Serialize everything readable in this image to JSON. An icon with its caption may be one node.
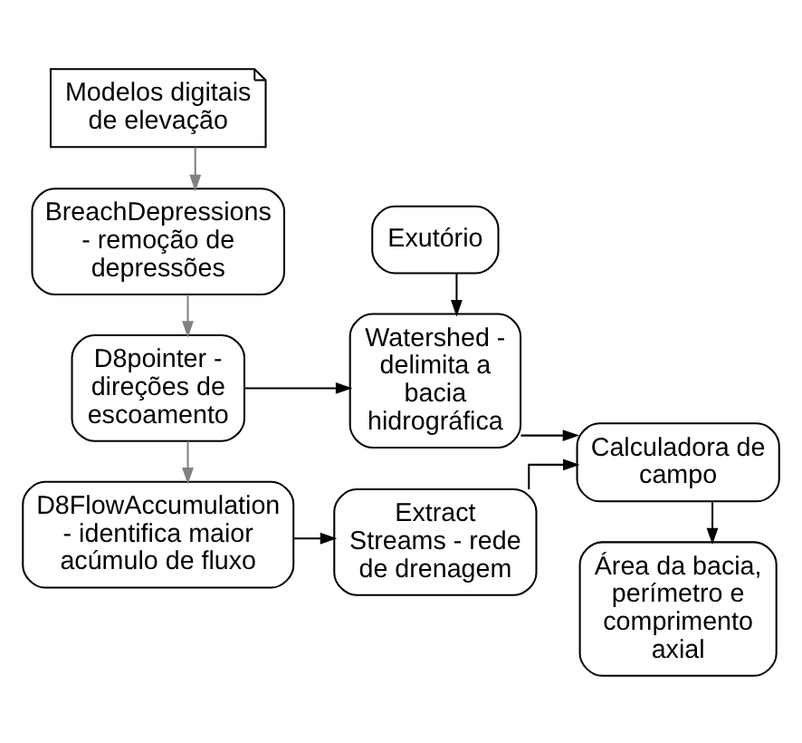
{
  "diagram": {
    "nodes": [
      {
        "text": [
          "Modelos digitais de elevação"
        ]
      },
      {
        "text": [
          "BreachDepressions - remoção de depressões"
        ]
      },
      {
        "text": [
          "D8pointer - direções de escoamento"
        ]
      },
      {
        "text": [
          "D8FlowAccumulation - identifica maior acúmulo de fluxo"
        ]
      },
      {
        "text": [
          "Exutório"
        ]
      },
      {
        "text": [
          "Watershed - delimita a bacia hidrográfica"
        ]
      },
      {
        "text": [
          "Extract Streams - rede de drenagem"
        ]
      },
      {
        "text": [
          "Calculadora de campo"
        ]
      },
      {
        "text": [
          "Área da bacia, perímetro e comprimento axial"
        ]
      }
    ],
    "edges": [
      {
        "from": 0,
        "to": 1,
        "arrow": "to",
        "color": "#808080"
      },
      {
        "from": 1,
        "to": 2,
        "arrow": "to",
        "color": "#808080"
      },
      {
        "from": 2,
        "to": 3,
        "arrow": "to",
        "color": "#808080"
      },
      {
        "from": 2,
        "to": 5,
        "arrow": "to"
      },
      {
        "from": 4,
        "to": 5,
        "arrow": "to"
      },
      {
        "from": 3,
        "to": 6,
        "arrow": "to"
      },
      {
        "from": 5,
        "to": 7,
        "arrow": "to"
      },
      {
        "from": 6,
        "to": 7,
        "arrow": "to"
      },
      {
        "from": 7,
        "to": 8,
        "arrow": "to"
      }
    ]
  }
}
